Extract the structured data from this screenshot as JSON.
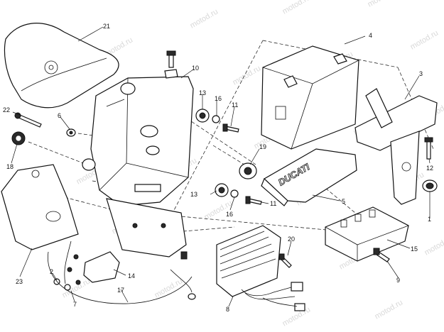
{
  "watermark": "motod.ru",
  "logo_text": "DUCATI",
  "callouts": {
    "n1": "1",
    "n2": "2",
    "n3": "3",
    "n4": "4",
    "n5": "5",
    "n6": "6",
    "n7": "7",
    "n8": "8",
    "n9": "9",
    "n10": "10",
    "n11a": "11",
    "n11b": "11",
    "n12": "12",
    "n13a": "13",
    "n13b": "13",
    "n14": "14",
    "n15": "15",
    "n16a": "16",
    "n16b": "16",
    "n17": "17",
    "n18": "18",
    "n19": "19",
    "n20": "20",
    "n21": "21",
    "n22": "22",
    "n23": "23"
  }
}
